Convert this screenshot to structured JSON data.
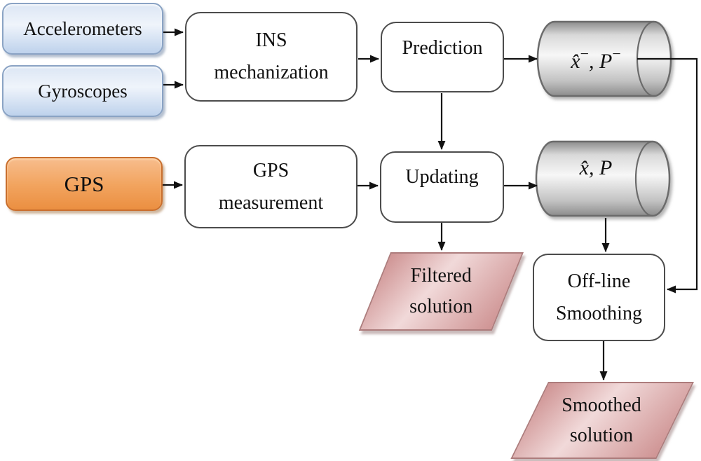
{
  "diagram": {
    "nodes": {
      "accelerometers": {
        "label": "Accelerometers"
      },
      "gyroscopes": {
        "label": "Gyroscopes"
      },
      "ins_mechanization": {
        "line1": "INS",
        "line2": "mechanization"
      },
      "prediction": {
        "label": "Prediction"
      },
      "prior_store": {
        "var_a": "x̂",
        "sup_a": "−",
        "comma": ", ",
        "var_b": "P",
        "sup_b": "−"
      },
      "gps": {
        "label": "GPS"
      },
      "gps_measurement": {
        "line1": "GPS",
        "line2": "measurement"
      },
      "updating": {
        "label": "Updating"
      },
      "posterior_store": {
        "var_a": "x̂",
        "sup_a": "",
        "comma": ", ",
        "var_b": "P",
        "sup_b": ""
      },
      "filtered_solution": {
        "line1": "Filtered",
        "line2": "solution"
      },
      "offline_smoothing": {
        "line1": "Off-line",
        "line2": "Smoothing"
      },
      "smoothed_solution": {
        "line1": "Smoothed",
        "line2": "solution"
      }
    },
    "palette": {
      "sensor_fill_top": "#dce6f4",
      "sensor_fill_mid": "#eff4fb",
      "sensor_fill_bottom": "#bed2ec",
      "sensor_border": "#8aa3c4",
      "gps_fill_top": "#f7bd8d",
      "gps_fill_mid": "#f2a45f",
      "gps_fill_bottom": "#eb8f41",
      "gps_border": "#c96f2e",
      "process_border": "#4c4c4c",
      "store_dark": "#8c8c8c",
      "store_mid": "#f7f7f7",
      "store_border": "#6b6b6b",
      "output_light": "#f1d9d9",
      "output_dark": "#cf9494",
      "output_border": "#ad7c7c",
      "arrow": "#121212"
    }
  }
}
